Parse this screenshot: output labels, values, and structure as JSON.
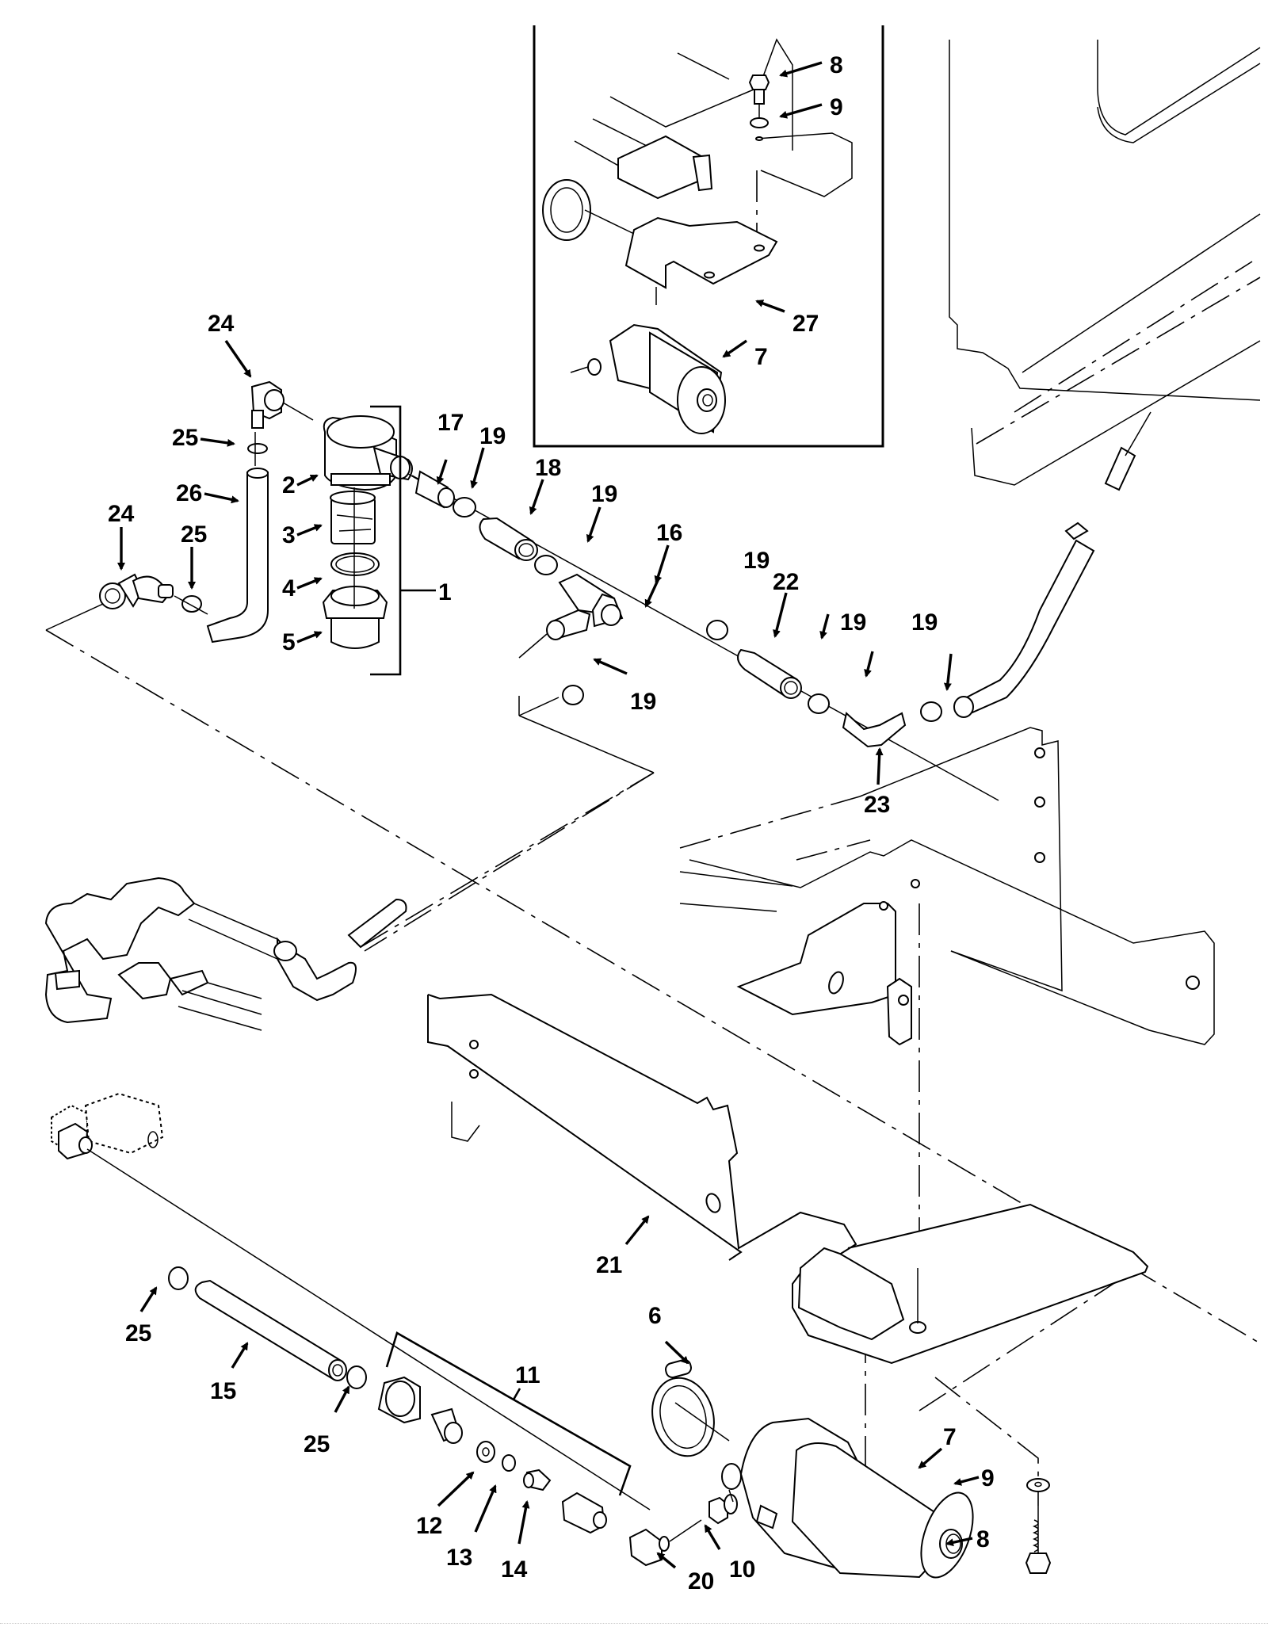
{
  "diagram": {
    "type": "exploded-parts-view",
    "subject": "Water filter, hose, and pump assembly",
    "callouts": [
      {
        "id": "c24a",
        "label": "24"
      },
      {
        "id": "c25a",
        "label": "25"
      },
      {
        "id": "c26",
        "label": "26"
      },
      {
        "id": "c2",
        "label": "2"
      },
      {
        "id": "c3",
        "label": "3"
      },
      {
        "id": "c4",
        "label": "4"
      },
      {
        "id": "c5",
        "label": "5"
      },
      {
        "id": "c1",
        "label": "1"
      },
      {
        "id": "c24b",
        "label": "24"
      },
      {
        "id": "c25b",
        "label": "25"
      },
      {
        "id": "c17",
        "label": "17"
      },
      {
        "id": "c19a",
        "label": "19"
      },
      {
        "id": "c18",
        "label": "18"
      },
      {
        "id": "c19b",
        "label": "19"
      },
      {
        "id": "c16",
        "label": "16"
      },
      {
        "id": "c19c",
        "label": "19"
      },
      {
        "id": "c22",
        "label": "22"
      },
      {
        "id": "c19d",
        "label": "19"
      },
      {
        "id": "c19e",
        "label": "19"
      },
      {
        "id": "c19f",
        "label": "19"
      },
      {
        "id": "c23",
        "label": "23"
      },
      {
        "id": "c8a",
        "label": "8"
      },
      {
        "id": "c9a",
        "label": "9"
      },
      {
        "id": "c27",
        "label": "27"
      },
      {
        "id": "c7a",
        "label": "7"
      },
      {
        "id": "c21",
        "label": "21"
      },
      {
        "id": "c25c",
        "label": "25"
      },
      {
        "id": "c15",
        "label": "15"
      },
      {
        "id": "c25d",
        "label": "25"
      },
      {
        "id": "c11",
        "label": "11"
      },
      {
        "id": "c12",
        "label": "12"
      },
      {
        "id": "c13",
        "label": "13"
      },
      {
        "id": "c14",
        "label": "14"
      },
      {
        "id": "c20",
        "label": "20"
      },
      {
        "id": "c10",
        "label": "10"
      },
      {
        "id": "c6",
        "label": "6"
      },
      {
        "id": "c7b",
        "label": "7"
      },
      {
        "id": "c9b",
        "label": "9"
      },
      {
        "id": "c8b",
        "label": "8"
      }
    ],
    "parts": [
      {
        "num": "1",
        "name": "filter-assembly"
      },
      {
        "num": "2",
        "name": "filter-housing"
      },
      {
        "num": "3",
        "name": "filter-screen"
      },
      {
        "num": "4",
        "name": "o-ring"
      },
      {
        "num": "5",
        "name": "filter-cap"
      },
      {
        "num": "6",
        "name": "hose-clamp-large"
      },
      {
        "num": "7",
        "name": "pump-motor"
      },
      {
        "num": "8",
        "name": "bolt"
      },
      {
        "num": "9",
        "name": "washer"
      },
      {
        "num": "10",
        "name": "fitting-nut"
      },
      {
        "num": "11",
        "name": "valve-assembly"
      },
      {
        "num": "12",
        "name": "washer-small"
      },
      {
        "num": "13",
        "name": "o-ring-small"
      },
      {
        "num": "14",
        "name": "insert"
      },
      {
        "num": "15",
        "name": "hose-long"
      },
      {
        "num": "16",
        "name": "tee-fitting"
      },
      {
        "num": "17",
        "name": "barbed-adapter"
      },
      {
        "num": "18",
        "name": "hose-short"
      },
      {
        "num": "19",
        "name": "hose-clamp"
      },
      {
        "num": "20",
        "name": "elbow-fitting"
      },
      {
        "num": "21",
        "name": "mounting-bracket"
      },
      {
        "num": "22",
        "name": "hose-short"
      },
      {
        "num": "23",
        "name": "elbow-hose-connector"
      },
      {
        "num": "24",
        "name": "elbow-fitting"
      },
      {
        "num": "25",
        "name": "hose-clamp-small"
      },
      {
        "num": "26",
        "name": "hose-bent"
      },
      {
        "num": "27",
        "name": "pump-bracket"
      }
    ]
  }
}
